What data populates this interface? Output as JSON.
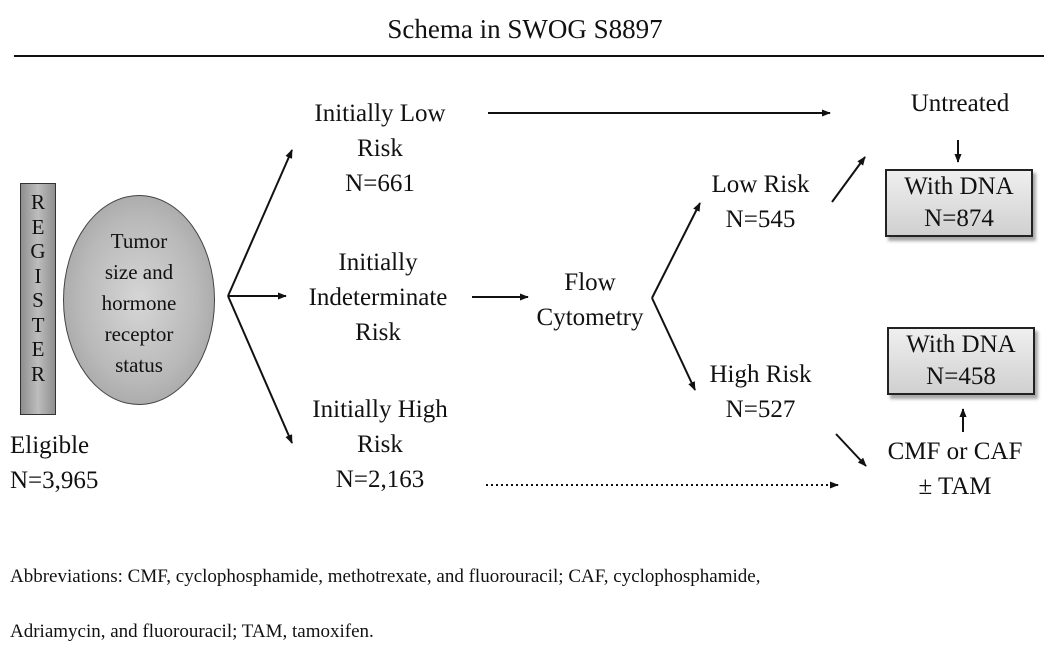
{
  "title": "Schema in SWOG S8897",
  "register": {
    "letters": [
      "R",
      "E",
      "G",
      "I",
      "S",
      "T",
      "E",
      "R"
    ]
  },
  "stratification": {
    "lines": [
      "Tumor",
      "size and",
      "hormone",
      "receptor",
      "status"
    ]
  },
  "eligible": {
    "label": "Eligible",
    "count": "N=3,965"
  },
  "initially_low": {
    "lines": [
      "Initially Low",
      "Risk",
      "N=661"
    ]
  },
  "initially_indeterminate": {
    "lines": [
      "Initially",
      "Indeterminate",
      "Risk"
    ]
  },
  "initially_high": {
    "lines": [
      "Initially High",
      "Risk",
      "N=2,163"
    ]
  },
  "flow_cytometry": {
    "lines": [
      "Flow",
      "Cytometry"
    ]
  },
  "low_risk": {
    "lines": [
      "Low Risk",
      "N=545"
    ]
  },
  "high_risk": {
    "lines": [
      "High Risk",
      "N=527"
    ]
  },
  "untreated": {
    "label": "Untreated"
  },
  "untreated_dna": {
    "lines": [
      "With DNA",
      "N=874"
    ]
  },
  "treated_dna": {
    "lines": [
      "With DNA",
      "N=458"
    ]
  },
  "treatment": {
    "lines": [
      "CMF or CAF",
      "± TAM"
    ]
  },
  "footnote": {
    "line1": "Abbreviations: CMF, cyclophosphamide, methotrexate, and fluorouracil; CAF, cyclophosphamide,",
    "line2": "Adriamycin, and fluorouracil; TAM, tamoxifen."
  }
}
